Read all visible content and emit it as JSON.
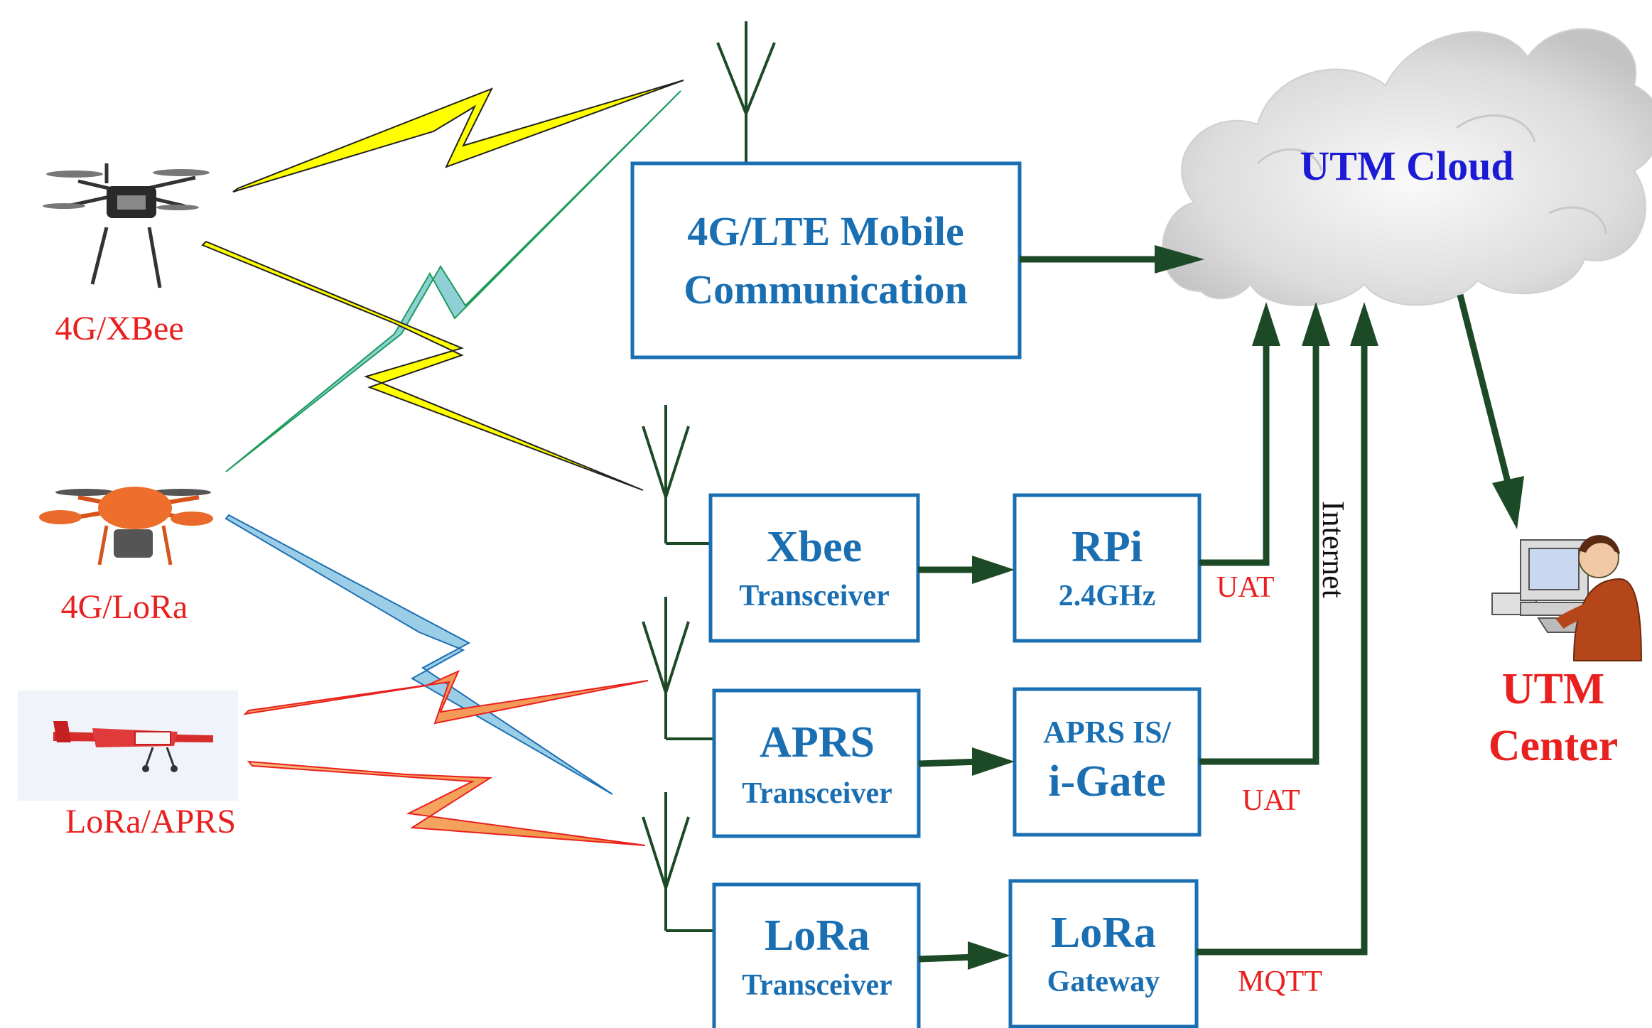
{
  "colors": {
    "box_border": "#1a6fb3",
    "box_text": "#1a6fb3",
    "arrow": "#1c4a26",
    "red_text": "#e8201f",
    "cloud_text": "#1b1bd6",
    "bolt_yellow": "#ffff00",
    "bolt_teal": "#8fd0d6",
    "bolt_blue": "#9ccde6",
    "bolt_orange": "#f5a05a"
  },
  "drones": [
    {
      "label": "4G/XBee",
      "icon": "quadcopter-black-icon"
    },
    {
      "label": "4G/LoRa",
      "icon": "quadcopter-orange-icon"
    },
    {
      "label": "LoRa/APRS",
      "icon": "fixed-wing-uav-icon"
    }
  ],
  "boxes": {
    "lte": {
      "line1": "4G/LTE Mobile",
      "line2": "Communication"
    },
    "xbee": {
      "title": "Xbee",
      "sub": "Transceiver"
    },
    "aprs": {
      "title": "APRS",
      "sub": "Transceiver"
    },
    "lora": {
      "title": "LoRa",
      "sub": "Transceiver"
    },
    "rpi": {
      "title": "RPi",
      "sub": "2.4GHz"
    },
    "igate": {
      "title": "APRS IS/",
      "sub": "i-Gate"
    },
    "gateway": {
      "title": "LoRa",
      "sub": "Gateway"
    }
  },
  "cloud": {
    "label": "UTM Cloud",
    "icon": "cloud-icon"
  },
  "center": {
    "line1": "UTM",
    "line2": "Center",
    "icon": "computer-operator-icon"
  },
  "links": {
    "uat1": "UAT",
    "uat2": "UAT",
    "mqtt": "MQTT",
    "internet": "Internet"
  },
  "icons": {
    "antenna": "antenna-icon"
  }
}
